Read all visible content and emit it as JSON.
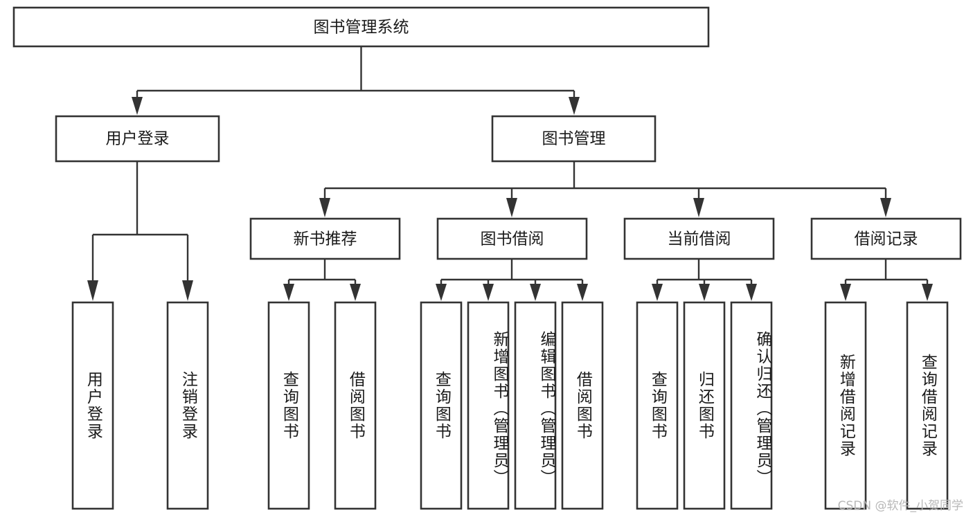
{
  "diagram": {
    "type": "tree-hierarchy",
    "title": "图书管理系统",
    "root": {
      "id": "root",
      "label": "图书管理系统",
      "orientation": "horizontal"
    },
    "level2": [
      {
        "id": "user-login",
        "label": "用户登录",
        "orientation": "horizontal"
      },
      {
        "id": "book-manage",
        "label": "图书管理",
        "orientation": "horizontal"
      }
    ],
    "level3": [
      {
        "id": "new-book-recommend",
        "label": "新书推荐",
        "orientation": "horizontal",
        "parent": "book-manage"
      },
      {
        "id": "book-borrow",
        "label": "图书借阅",
        "orientation": "horizontal",
        "parent": "book-manage"
      },
      {
        "id": "current-borrow",
        "label": "当前借阅",
        "orientation": "horizontal",
        "parent": "book-manage"
      },
      {
        "id": "borrow-record",
        "label": "借阅记录",
        "orientation": "horizontal",
        "parent": "book-manage"
      }
    ],
    "leaves": [
      {
        "id": "leaf-user-login",
        "label": "用户登录",
        "parent": "user-login"
      },
      {
        "id": "leaf-logout",
        "label": "注销登录",
        "parent": "user-login"
      },
      {
        "id": "leaf-query-book-1",
        "label": "查询图书",
        "parent": "new-book-recommend"
      },
      {
        "id": "leaf-borrow-book-1",
        "label": "借阅图书",
        "parent": "new-book-recommend"
      },
      {
        "id": "leaf-query-book-2",
        "label": "查询图书",
        "parent": "book-borrow"
      },
      {
        "id": "leaf-add-book",
        "label": "新增图书（管理员）",
        "parent": "book-borrow"
      },
      {
        "id": "leaf-edit-book",
        "label": "编辑图书（管理员）",
        "parent": "book-borrow"
      },
      {
        "id": "leaf-borrow-book-2",
        "label": "借阅图书",
        "parent": "book-borrow"
      },
      {
        "id": "leaf-query-book-3",
        "label": "查询图书",
        "parent": "current-borrow"
      },
      {
        "id": "leaf-return-book",
        "label": "归还图书",
        "parent": "current-borrow"
      },
      {
        "id": "leaf-confirm-return",
        "label": "确认归还（管理员）",
        "parent": "current-borrow"
      },
      {
        "id": "leaf-add-record",
        "label": "新增借阅记录",
        "parent": "borrow-record"
      },
      {
        "id": "leaf-query-record",
        "label": "查询借阅记录",
        "parent": "borrow-record"
      }
    ],
    "colors": {
      "box_stroke": "#333333",
      "box_fill": "#ffffff",
      "text": "#1a1a1a",
      "connector": "#333333",
      "background": "#ffffff",
      "watermark": "#b8b8b8"
    }
  },
  "watermark": {
    "text": "CSDN @软件_小贺同学"
  }
}
